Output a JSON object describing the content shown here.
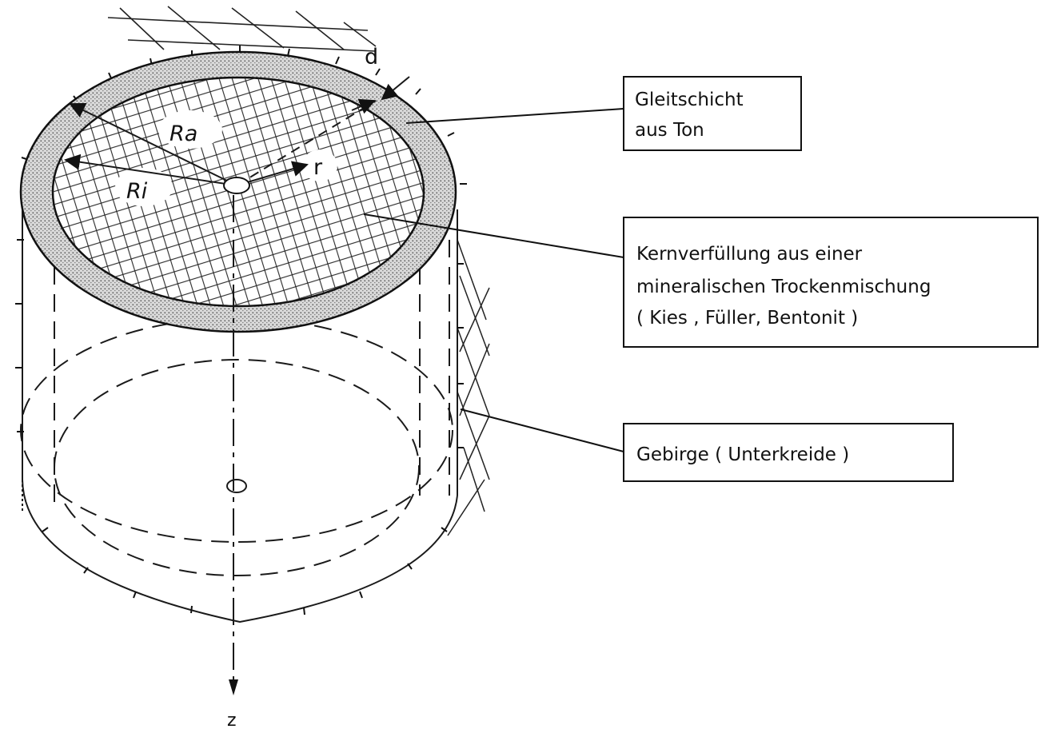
{
  "labels": {
    "gleitschicht": [
      "Gleitschicht",
      "aus Ton"
    ],
    "kernverfuellung": [
      "Kernverfüllung aus einer",
      "mineralischen Trockenmischung",
      "( Kies , Füller, Bentonit )"
    ],
    "gebirge": [
      "Gebirge ( Unterkreide )"
    ]
  },
  "symbols": {
    "d": "d",
    "ra": "Ra",
    "ri": "Ri",
    "r": "r",
    "z": "z"
  },
  "colors": {
    "ink": "#111111",
    "paper": "#ffffff",
    "clay_stipple": "#c8c8c8"
  }
}
